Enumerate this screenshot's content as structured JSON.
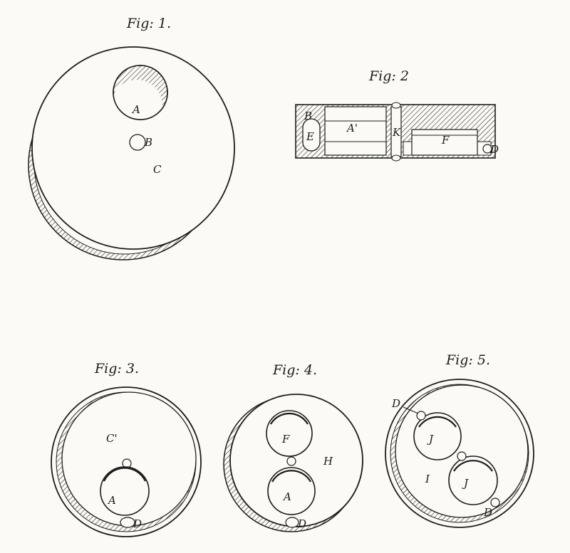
{
  "figures": {
    "fig1": {
      "title": "Fig: 1.",
      "labels": {
        "a": "A",
        "b": "B",
        "c": "C"
      }
    },
    "fig2": {
      "title": "Fig: 2",
      "labels": {
        "b": "B",
        "e": "E",
        "a1": "A'",
        "k": "K",
        "f": "F",
        "d": "D"
      }
    },
    "fig3": {
      "title": "Fig: 3.",
      "labels": {
        "c1": "C'",
        "a": "A",
        "d": "D"
      }
    },
    "fig4": {
      "title": "Fig: 4.",
      "labels": {
        "f": "F",
        "h": "H",
        "a": "A",
        "d": "D"
      }
    },
    "fig5": {
      "title": "Fig: 5.",
      "labels": {
        "d_top": "D",
        "j1": "J",
        "i": "I",
        "j2": "J",
        "d_bottom": "D"
      }
    }
  },
  "colors": {
    "paper": "#fbfaf6",
    "ink": "#1c1c1c"
  }
}
